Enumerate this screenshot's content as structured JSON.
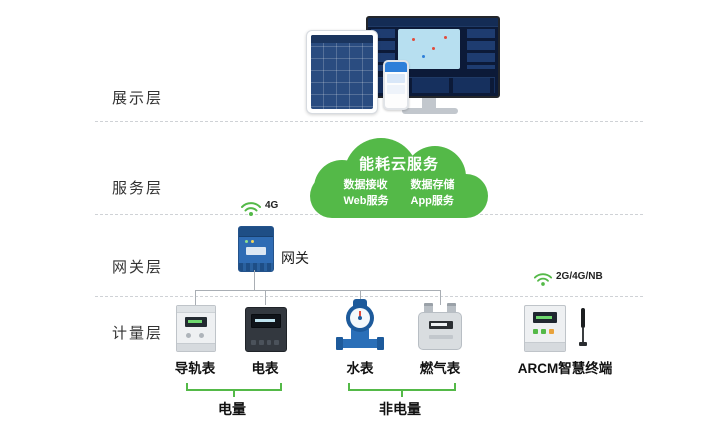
{
  "colors": {
    "accent_green": "#54b948",
    "gateway_blue": "#2f6cb4",
    "water_blue": "#2a6fb8",
    "screen_navy": "#0c1a38",
    "line_gray": "#a9aeb4"
  },
  "layers": [
    {
      "label": "展示层"
    },
    {
      "label": "服务层"
    },
    {
      "label": "网关层"
    },
    {
      "label": "计量层"
    }
  ],
  "cloud": {
    "title": "能耗云服务",
    "items": [
      "数据接收",
      "数据存储",
      "Web服务",
      "App服务"
    ]
  },
  "gateway": {
    "label": "网关",
    "signal": "4G"
  },
  "meters": [
    {
      "label": "导轨表"
    },
    {
      "label": "电表"
    },
    {
      "label": "水表"
    },
    {
      "label": "燃气表"
    }
  ],
  "terminal": {
    "label": "ARCM智慧终端",
    "signal": "2G/4G/NB"
  },
  "groups": [
    {
      "label": "电量"
    },
    {
      "label": "非电量"
    }
  ]
}
